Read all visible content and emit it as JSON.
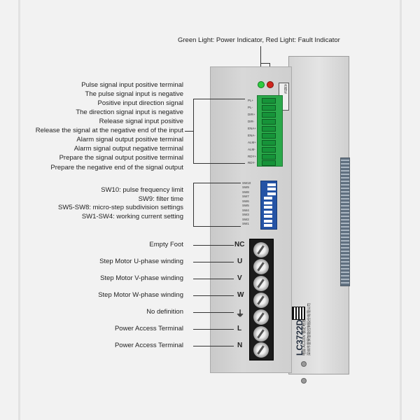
{
  "top_caption": "Green Light: Power Indicator, Red Light: Fault Indicator",
  "signal_group": [
    "Pulse signal input positive terminal",
    "The pulse signal input is negative",
    "Positive input direction signal",
    "The direction signal input is negative",
    "Release signal input positive",
    "Release the signal at the negative end of the input",
    "Alarm signal output positive terminal",
    "Alarm signal output negative terminal",
    "Prepare the signal output positive terminal",
    "Prepare the negative end of the signal output"
  ],
  "pin_labels": [
    "PL+",
    "PL-",
    "DIR+",
    "DIR-",
    "ENA+",
    "ENA-",
    "ALM+",
    "ALM-",
    "RDY+",
    "RDY-"
  ],
  "switch_group": [
    "SW10: pulse frequency limit",
    "SW9: filter time",
    "SW5-SW8: micro-step subdivision settings",
    "SW1-SW4: working current setting"
  ],
  "dip_labels": [
    "SW10",
    "SW9",
    "SW8",
    "SW7",
    "SW6",
    "SW5",
    "SW4",
    "SW3",
    "SW2",
    "SW1"
  ],
  "power_group": [
    {
      "label": "Empty Foot",
      "letter": "NC"
    },
    {
      "label": "Step Motor U-phase winding",
      "letter": "U"
    },
    {
      "label": "Step Motor V-phase winding",
      "letter": "V"
    },
    {
      "label": "Step Motor W-phase winding",
      "letter": "W"
    },
    {
      "label": "No definition",
      "letter": "⏚"
    },
    {
      "label": "Power Access Terminal",
      "letter": "L"
    },
    {
      "label": "Power Access Terminal",
      "letter": "N"
    }
  ],
  "model": "LC3722D",
  "model_sub": "电源  AC220V  额定电流",
  "maker": "深圳市雷赛智能控制股份有限公司",
  "cert_label": "合格证",
  "colors": {
    "green_led": "#2ecc40",
    "red_led": "#d0261e",
    "terminal_green": "#2aa84a",
    "dip_blue": "#2453a5"
  }
}
